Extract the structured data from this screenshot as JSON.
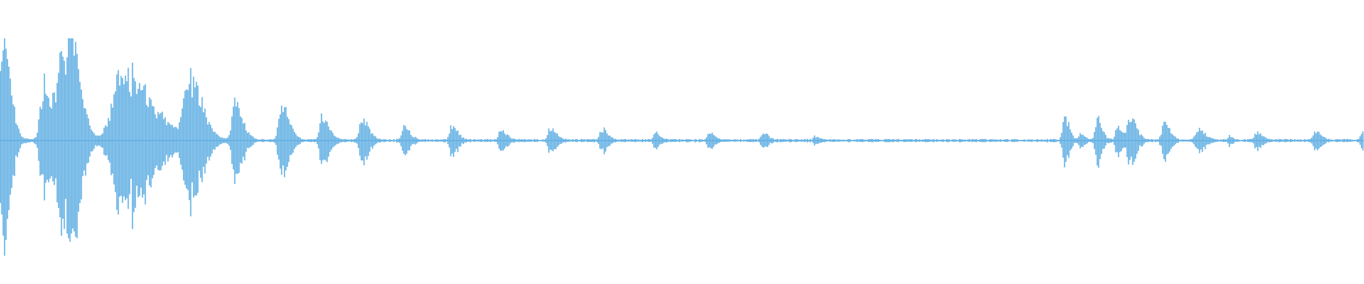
{
  "waveform": {
    "color": "#5dade2",
    "baseline_noise": 0.01,
    "events": [
      {
        "t": 0.0,
        "peak": 0.65,
        "width": 0.0025
      },
      {
        "t": 0.004,
        "peak": 0.55,
        "width": 0.0035
      },
      {
        "t": 0.032,
        "peak": 0.48,
        "width": 0.005
      },
      {
        "t": 0.045,
        "peak": 0.62,
        "width": 0.006
      },
      {
        "t": 0.052,
        "peak": 0.58,
        "width": 0.005
      },
      {
        "t": 0.09,
        "peak": 0.58,
        "width": 0.014
      },
      {
        "t": 0.138,
        "peak": 0.5,
        "width": 0.007
      },
      {
        "t": 0.172,
        "peak": 0.3,
        "width": 0.004
      },
      {
        "t": 0.206,
        "peak": 0.28,
        "width": 0.004
      },
      {
        "t": 0.236,
        "peak": 0.19,
        "width": 0.0035
      },
      {
        "t": 0.265,
        "peak": 0.18,
        "width": 0.0035
      },
      {
        "t": 0.296,
        "peak": 0.11,
        "width": 0.003
      },
      {
        "t": 0.331,
        "peak": 0.12,
        "width": 0.003
      },
      {
        "t": 0.367,
        "peak": 0.08,
        "width": 0.003
      },
      {
        "t": 0.403,
        "peak": 0.1,
        "width": 0.003
      },
      {
        "t": 0.441,
        "peak": 0.09,
        "width": 0.003
      },
      {
        "t": 0.48,
        "peak": 0.06,
        "width": 0.0025
      },
      {
        "t": 0.52,
        "peak": 0.07,
        "width": 0.0025
      },
      {
        "t": 0.559,
        "peak": 0.06,
        "width": 0.0025
      },
      {
        "t": 0.597,
        "peak": 0.03,
        "width": 0.002
      },
      {
        "t": 0.78,
        "peak": 0.2,
        "width": 0.0025
      },
      {
        "t": 0.792,
        "peak": 0.06,
        "width": 0.002
      },
      {
        "t": 0.804,
        "peak": 0.18,
        "width": 0.0025
      },
      {
        "t": 0.819,
        "peak": 0.13,
        "width": 0.0025
      },
      {
        "t": 0.828,
        "peak": 0.18,
        "width": 0.0035
      },
      {
        "t": 0.853,
        "peak": 0.14,
        "width": 0.003
      },
      {
        "t": 0.878,
        "peak": 0.09,
        "width": 0.0035
      },
      {
        "t": 0.901,
        "peak": 0.03,
        "width": 0.0015
      },
      {
        "t": 0.921,
        "peak": 0.06,
        "width": 0.003
      },
      {
        "t": 0.964,
        "peak": 0.07,
        "width": 0.003
      },
      {
        "t": 0.998,
        "peak": 0.06,
        "width": 0.002
      }
    ]
  }
}
